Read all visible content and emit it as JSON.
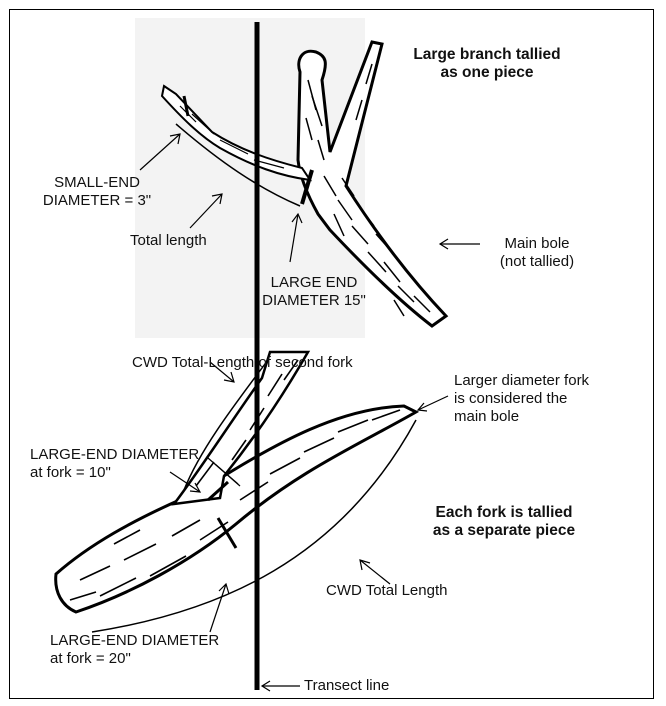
{
  "top_panel": {
    "heading": "Large branch tallied\nas one piece",
    "small_end_label": "SMALL-END\nDIAMETER = 3\"",
    "total_length_label": "Total length",
    "large_end_label": "LARGE END\nDIAMETER 15\"",
    "main_bole_label": "Main bole\n(not tallied)"
  },
  "bottom_panel": {
    "second_fork_label": "CWD Total-Length of second fork",
    "larger_fork_label": "Larger diameter fork\nis considered the\nmain  bole",
    "large_end_10_label": "LARGE-END DIAMETER\nat fork = 10\"",
    "heading": "Each fork is  tallied\nas a separate piece",
    "cwd_total_length_label": "CWD Total Length",
    "large_end_20_label": "LARGE-END DIAMETER\nat fork = 20\"",
    "transect_label": "Transect line"
  },
  "colors": {
    "ink": "#000000",
    "shade": "#f3f3f3"
  }
}
